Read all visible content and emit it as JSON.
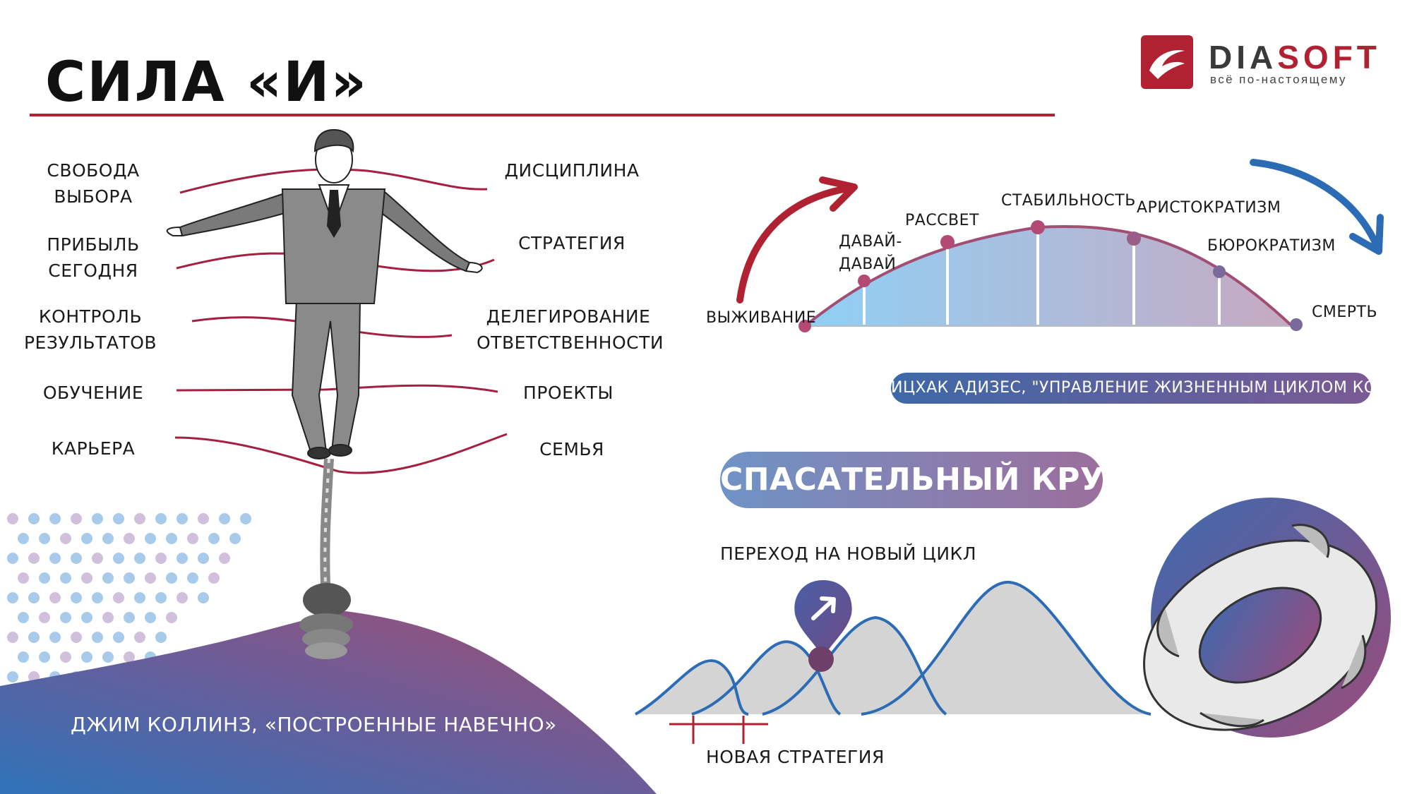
{
  "title": "СИЛА «И»",
  "logo": {
    "name_part1": "DIA",
    "name_part2": "SOFT",
    "tagline": "всё по-настоящему"
  },
  "balance": {
    "left": [
      {
        "line1": "СВОБОДА",
        "line2": "ВЫБОРА"
      },
      {
        "line1": "ПРИБЫЛЬ",
        "line2": "СЕГОДНЯ"
      },
      {
        "line1": "КОНТРОЛЬ",
        "line2": "РЕЗУЛЬТАТОВ"
      },
      {
        "line1": "ОБУЧЕНИЕ",
        "line2": ""
      },
      {
        "line1": "КАРЬЕРА",
        "line2": ""
      }
    ],
    "right": [
      {
        "line1": "ДИСЦИПЛИНА",
        "line2": ""
      },
      {
        "line1": "СТРАТЕГИЯ",
        "line2": ""
      },
      {
        "line1": "ДЕЛЕГИРОВАНИЕ",
        "line2": "ОТВЕТСТВЕННОСТИ"
      },
      {
        "line1": "ПРОЕКТЫ",
        "line2": ""
      },
      {
        "line1": "СЕМЬЯ",
        "line2": ""
      }
    ],
    "source": "ДЖИМ КОЛЛИНЗ, «ПОСТРОЕННЫЕ НАВЕЧНО»"
  },
  "lifecycle": {
    "stages": [
      "ВЫЖИВАНИЕ",
      "ДАВАЙ-",
      "ДАВАЙ",
      "РАССВЕТ",
      "СТАБИЛЬНОСТЬ",
      "АРИСТОКРАТИЗМ",
      "БЮРОКРАТИЗМ",
      "СМЕРТЬ"
    ],
    "source": "ИЦХАК АДИЗЕС, \"УПРАВЛЕНИЕ ЖИЗНЕННЫМ ЦИКЛОМ КОМПАНИИ\""
  },
  "lifebuoy": {
    "banner": "СПАСАТЕЛЬНЫЙ КРУГ",
    "transition_label": "ПЕРЕХОД НА НОВЫЙ ЦИКЛ",
    "strategy_label": "НОВАЯ СТРАТЕГИЯ"
  },
  "colors": {
    "accent_red": "#b02232",
    "blue": "#2f6fb7",
    "purple": "#7a5a94",
    "curve_fill_start": "#8fd0f5",
    "curve_fill_end": "#c7a9c2"
  }
}
